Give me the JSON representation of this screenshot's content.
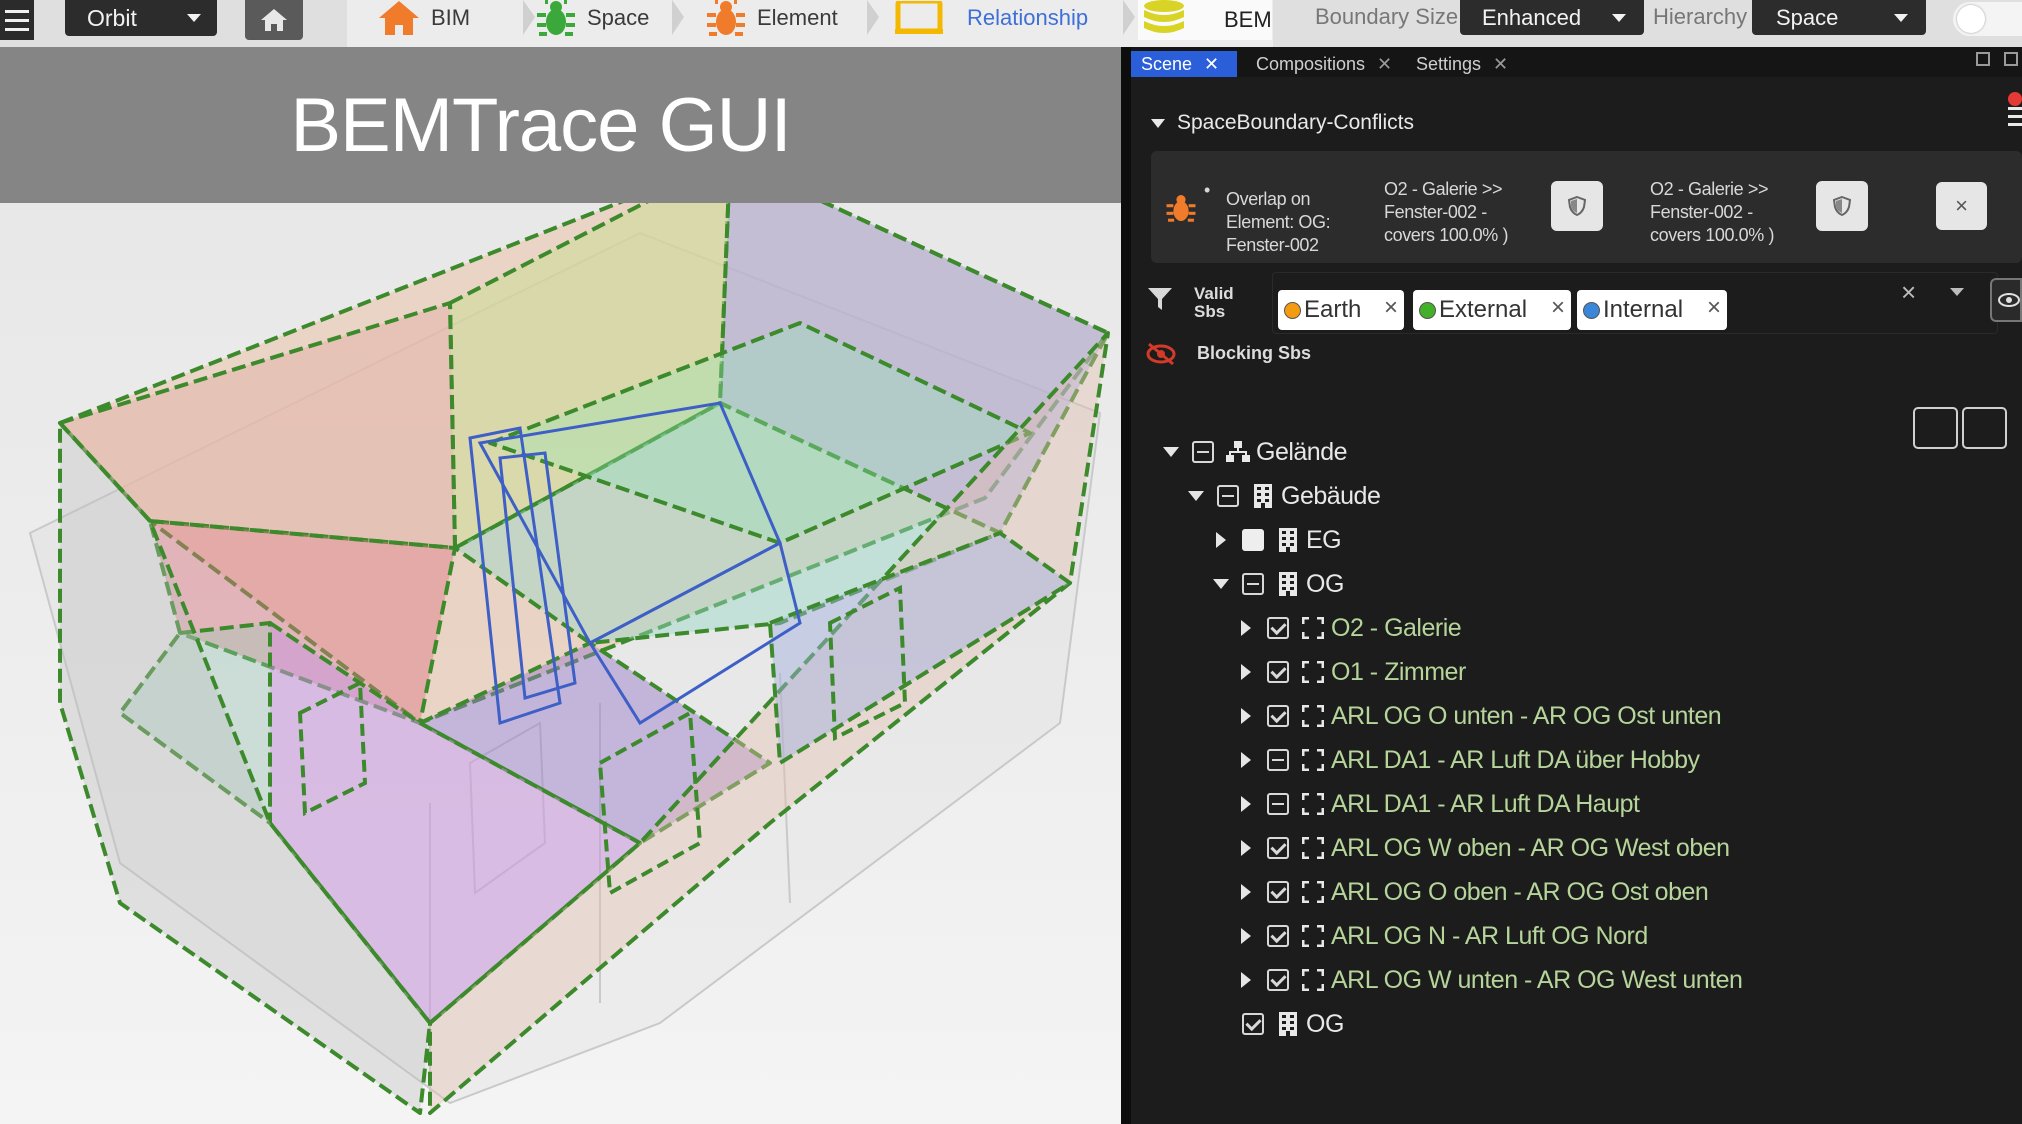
{
  "toolbar": {
    "navigation_mode": "Orbit",
    "tabs": [
      {
        "label": "BIM",
        "icon": "house-icon",
        "color": "#f07c2b"
      },
      {
        "label": "Space",
        "icon": "bug-icon",
        "color": "#3aa83a"
      },
      {
        "label": "Element",
        "icon": "bug-icon",
        "color": "#f07c2b"
      },
      {
        "label": "Relationship",
        "icon": "window-icon",
        "color": "#f5b800",
        "badge": true
      },
      {
        "label": "BEM",
        "icon": "database-icon",
        "color": "#d9d325"
      }
    ],
    "boundary_size_label": "Boundary Size",
    "boundary_size_value": "Enhanced",
    "hierarchy_label": "Hierarchy",
    "hierarchy_value": "Space"
  },
  "viewport": {
    "title": "BEMTrace GUI"
  },
  "panel": {
    "tabs": [
      {
        "label": "Scene",
        "active": true
      },
      {
        "label": "Compositions",
        "active": false
      },
      {
        "label": "Settings",
        "active": false
      }
    ],
    "conflicts": {
      "header": "SpaceBoundary-Conflicts",
      "item": {
        "bullet": "•",
        "text": [
          "Overlap on",
          "Element: OG:",
          "Fenster-002"
        ],
        "a": [
          "O2 - Galerie >>",
          "Fenster-002 -",
          "covers 100.0% )"
        ],
        "b": [
          "O2 - Galerie >>",
          "Fenster-002 -",
          "covers 100.0% )"
        ]
      },
      "close_label": "×"
    },
    "filter": {
      "label": "Valid Sbs",
      "chips": [
        {
          "label": "Earth",
          "color": "#f39c12"
        },
        {
          "label": "External",
          "color": "#43b02a"
        },
        {
          "label": "Internal",
          "color": "#3a86d8"
        }
      ],
      "chip_remove": "×",
      "clear": "×",
      "blocking_label": "Blocking Sbs"
    },
    "tree": [
      {
        "label": "Gelände",
        "arrow": "down",
        "check": "indet",
        "icon": "sitemap-icon",
        "level": 0,
        "color": "white"
      },
      {
        "label": "Gebäude",
        "arrow": "down",
        "check": "indet",
        "icon": "building-icon",
        "level": 1,
        "color": "white"
      },
      {
        "label": "EG",
        "arrow": "right",
        "check": "fill",
        "icon": "building-icon",
        "level": 2,
        "color": "white"
      },
      {
        "label": "OG",
        "arrow": "down",
        "check": "indet",
        "icon": "building-icon",
        "level": 2,
        "color": "white"
      },
      {
        "label": "O2 - Galerie",
        "arrow": "right",
        "check": "check",
        "icon": "space-icon",
        "level": 3,
        "color": "green"
      },
      {
        "label": "O1 - Zimmer",
        "arrow": "right",
        "check": "check",
        "icon": "space-icon",
        "level": 3,
        "color": "green"
      },
      {
        "label": "ARL OG O unten - AR OG Ost unten",
        "arrow": "right",
        "check": "check",
        "icon": "space-icon",
        "level": 3,
        "color": "green"
      },
      {
        "label": "ARL DA1 - AR Luft DA über Hobby",
        "arrow": "right",
        "check": "indet",
        "icon": "space-icon",
        "level": 3,
        "color": "green"
      },
      {
        "label": "ARL DA1 - AR Luft DA Haupt",
        "arrow": "right",
        "check": "indet",
        "icon": "space-icon",
        "level": 3,
        "color": "green"
      },
      {
        "label": "ARL OG W oben - AR OG West oben",
        "arrow": "right",
        "check": "check",
        "icon": "space-icon",
        "level": 3,
        "color": "green"
      },
      {
        "label": "ARL OG O oben - AR OG Ost oben",
        "arrow": "right",
        "check": "check",
        "icon": "space-icon",
        "level": 3,
        "color": "green"
      },
      {
        "label": "ARL OG N - AR Luft OG Nord",
        "arrow": "right",
        "check": "check",
        "icon": "space-icon",
        "level": 3,
        "color": "green"
      },
      {
        "label": "ARL OG W unten - AR OG West unten",
        "arrow": "right",
        "check": "check",
        "icon": "space-icon",
        "level": 3,
        "color": "green"
      },
      {
        "label": "OG",
        "arrow": "none",
        "check": "check",
        "icon": "building-icon",
        "level": 2,
        "color": "white"
      }
    ]
  }
}
